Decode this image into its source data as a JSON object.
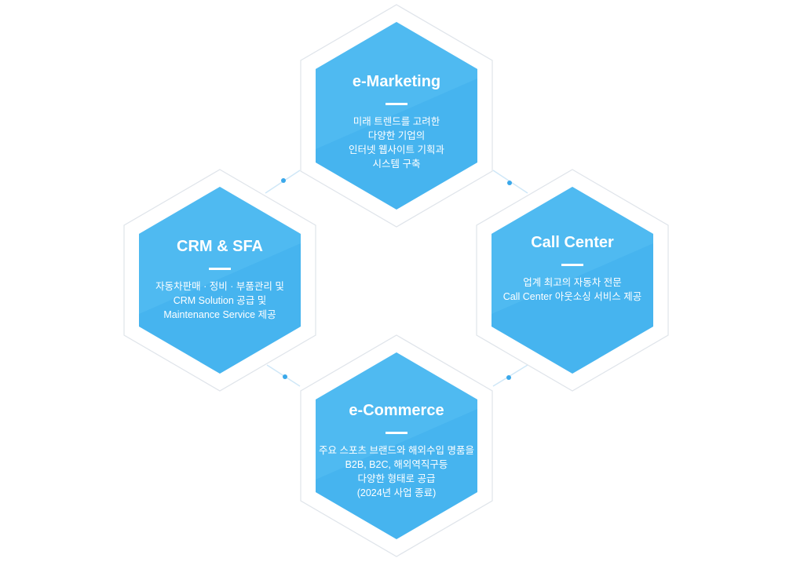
{
  "colors": {
    "hex_fill": "#46b4ef",
    "hex_fill_light": "#58bff3",
    "outline": "#dfe4ea",
    "connector": "#cfe7f7",
    "dot": "#3aa8ea",
    "text": "#ffffff"
  },
  "services": [
    {
      "id": "e-marketing",
      "title": "e-Marketing",
      "lines": [
        "미래 트렌드를 고려한",
        "다양한 기업의",
        "인터넷 웹사이트 기획과",
        "시스템 구축"
      ]
    },
    {
      "id": "crm-sfa",
      "title": "CRM & SFA",
      "lines": [
        "자동차판매 · 정비 · 부품관리 및",
        "CRM Solution 공급 및",
        "Maintenance Service 제공"
      ]
    },
    {
      "id": "call-center",
      "title": "Call Center",
      "lines": [
        "업계 최고의 자동차 전문",
        "Call Center 아웃소싱 서비스 제공"
      ]
    },
    {
      "id": "e-commerce",
      "title": "e-Commerce",
      "lines": [
        "주요 스포츠 브랜드와 해외수입 명품을",
        "B2B, B2C, 해외역직구등",
        "다양한 형태로 공급",
        "(2024년 사업 종료)"
      ]
    }
  ]
}
